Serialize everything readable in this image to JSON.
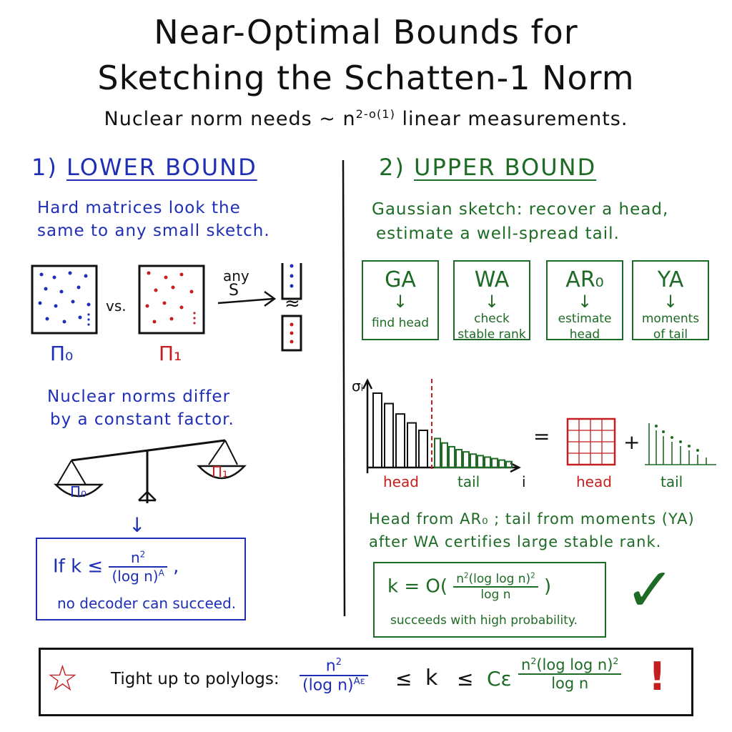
{
  "title": {
    "line1": "Near-Optimal Bounds for",
    "line2": "Sketching the Schatten-1 Norm"
  },
  "subtitle": {
    "text": "Nuclear norm needs ~ n",
    "exp": "2-o(1)",
    "tail": " linear measurements."
  },
  "lower": {
    "num": "1)",
    "heading": "LOWER BOUND",
    "desc1": "Hard matrices look the",
    "desc2": "same to any small sketch.",
    "vs": "vs.",
    "any": "any",
    "s": "S",
    "approx": "≈",
    "pi0": "Π₀",
    "pi1": "Π₁",
    "differ1": "Nuclear norms differ",
    "differ2": "by a constant factor.",
    "box": {
      "if": "If  k ≤",
      "num": "n",
      "num_exp": "2",
      "den": "(log n)",
      "den_exp": "A",
      "comma": ",",
      "line2": "no decoder can succeed."
    }
  },
  "upper": {
    "num": "2)",
    "heading": "UPPER BOUND",
    "desc1": "Gaussian sketch: recover a head,",
    "desc2": "estimate a well-spread tail.",
    "algos": [
      {
        "name": "GA",
        "arrow": "↓",
        "cap1": "find head",
        "cap2": ""
      },
      {
        "name": "WA",
        "arrow": "↓",
        "cap1": "check",
        "cap2": "stable rank"
      },
      {
        "name": "AR₀",
        "arrow": "↓",
        "cap1": "estimate",
        "cap2": "head"
      },
      {
        "name": "YA",
        "arrow": "↓",
        "cap1": "moments",
        "cap2": "of tail"
      }
    ],
    "plot": {
      "ylabel": "σᵢ",
      "xlabel": "i",
      "head": "head",
      "tail": "tail",
      "equals": "=",
      "plus": "+",
      "head2": "head",
      "tail2": "tail"
    },
    "chart_data": {
      "type": "bar",
      "ylabel": "σᵢ",
      "xlabel": "i",
      "head_values": [
        10,
        8.6,
        7.2,
        6.0,
        5.0
      ],
      "tail_values": [
        3.9,
        3.3,
        2.8,
        2.4,
        2.1,
        1.8,
        1.6,
        1.4,
        1.2,
        1.0,
        0.8
      ]
    },
    "note1": "Head from AR₀ ; tail from moments (YA)",
    "note2": "after WA certifies large stable rank.",
    "box": {
      "lhs": "k = O(",
      "num": "n",
      "num_exp": "2",
      "num_rest": "(log log n)",
      "num_rest_exp": "2",
      "den": "log n",
      "rhs": ")",
      "line2": "succeeds with high probability."
    },
    "check": "✓"
  },
  "bottom": {
    "star": "☆",
    "text": "Tight up to polylogs:",
    "lnum": "n",
    "lnum_exp": "2",
    "lden": "(log n)",
    "lden_exp": "Aε",
    "le1": "≤",
    "k": "k",
    "le2": "≤",
    "c": "Cε",
    "rnum": "n",
    "rnum_exp": "2",
    "rnum_rest": "(log log n)",
    "rnum_rest_exp": "2",
    "rden": "log n",
    "bang": "!"
  },
  "colors": {
    "blue": "#1f2fb5",
    "green": "#1d6b24",
    "red": "#c41e1e",
    "ink": "#111111"
  }
}
